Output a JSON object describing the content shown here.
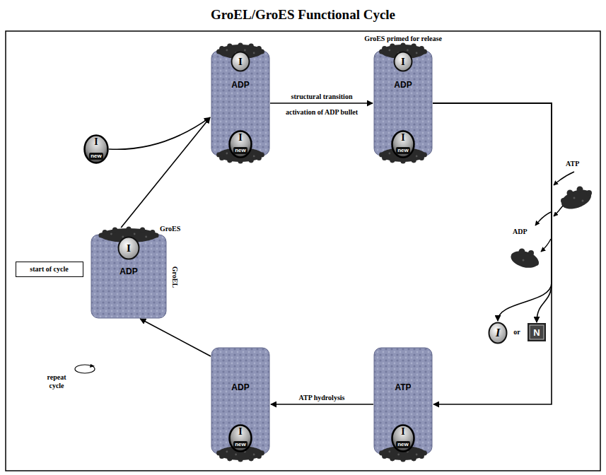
{
  "diagram": {
    "title": "GroEL/GroES Functional Cycle",
    "nodes": [
      {
        "text": [
          "start of cycle"
        ]
      },
      {
        "text": [
          "ADP"
        ]
      },
      {
        "text": [
          "I"
        ],
        "in": 1
      },
      {
        "text": [
          "I",
          "new"
        ]
      },
      {
        "text": [
          "ADP"
        ]
      },
      {
        "text": [
          "I"
        ],
        "in": 4
      },
      {
        "text": [
          "I",
          "new"
        ],
        "in": 4
      },
      {
        "text": [
          "ADP"
        ]
      },
      {
        "text": [
          "I"
        ],
        "in": 7
      },
      {
        "text": [
          "I",
          "new"
        ],
        "in": 7
      },
      {
        "text": [
          "I"
        ]
      },
      {
        "text": [
          "N"
        ]
      },
      {
        "text": [
          "ATP"
        ]
      },
      {
        "text": [
          "I",
          "new"
        ],
        "in": 12
      },
      {
        "text": [
          "ADP"
        ]
      },
      {
        "text": [
          "I",
          "new"
        ],
        "in": 14
      }
    ],
    "edges": [
      {
        "from": 1,
        "to": 4,
        "arrow": "to"
      },
      {
        "from": 3,
        "to": 4,
        "arrow": "to"
      },
      {
        "from": 4,
        "to": 7,
        "arrow": "to",
        "label": "structural transition"
      },
      {
        "from": 7,
        "to": 12,
        "arrow": "to"
      },
      {
        "from": 7,
        "to": 10,
        "arrow": "to"
      },
      {
        "from": 7,
        "to": 11,
        "arrow": "to"
      },
      {
        "from": 12,
        "to": 14,
        "arrow": "to",
        "label": "ATP hydrolysis"
      },
      {
        "from": 14,
        "to": 1,
        "arrow": "to"
      }
    ],
    "labels": [
      "GroES",
      "GroEL",
      "activation of ADP bullet",
      "GroES primed for release",
      "ATP",
      "ADP",
      "or",
      "repeat cycle"
    ]
  }
}
